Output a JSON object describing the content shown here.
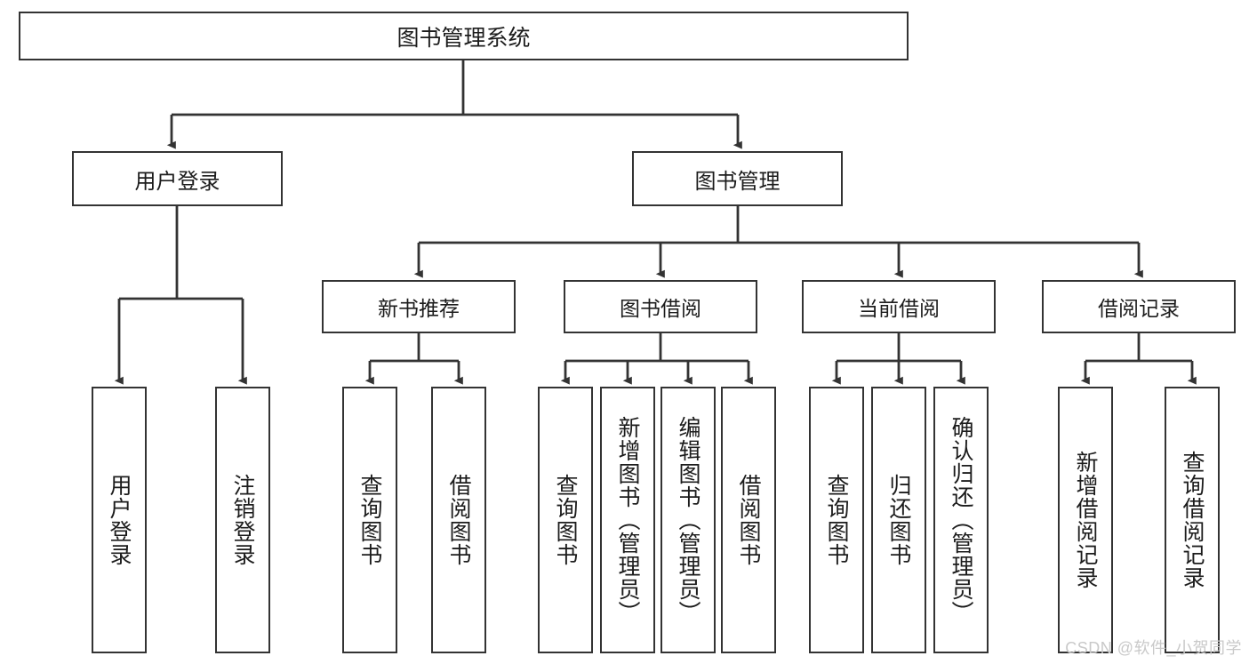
{
  "diagram": {
    "title": "图书管理系统",
    "style": {
      "background": "#ffffff",
      "box_stroke": "#333333",
      "text_color": "#1c1c1c",
      "edge_color": "#333333",
      "watermark_color": "#c9c9c9"
    },
    "root": {
      "label": "图书管理系统"
    },
    "level2": [
      {
        "label": "用户登录"
      },
      {
        "label": "图书管理"
      }
    ],
    "level3": [
      {
        "label": "新书推荐"
      },
      {
        "label": "图书借阅"
      },
      {
        "label": "当前借阅"
      },
      {
        "label": "借阅记录"
      }
    ],
    "leaves": {
      "user_login": [
        {
          "label": "用户登录"
        },
        {
          "label": "注销登录"
        }
      ],
      "new_book": [
        {
          "label": "查询图书"
        },
        {
          "label": "借阅图书"
        }
      ],
      "borrow": [
        {
          "label": "查询图书"
        },
        {
          "label": "新增图书（管理员）"
        },
        {
          "label": "编辑图书（管理员）"
        },
        {
          "label": "借阅图书"
        }
      ],
      "current_borrow": [
        {
          "label": "查询图书"
        },
        {
          "label": "归还图书"
        },
        {
          "label": "确认归还（管理员）"
        }
      ],
      "borrow_record": [
        {
          "label": "新增借阅记录"
        },
        {
          "label": "查询借阅记录"
        }
      ]
    }
  },
  "watermark": {
    "text": "CSDN @软件_小贺同学"
  }
}
